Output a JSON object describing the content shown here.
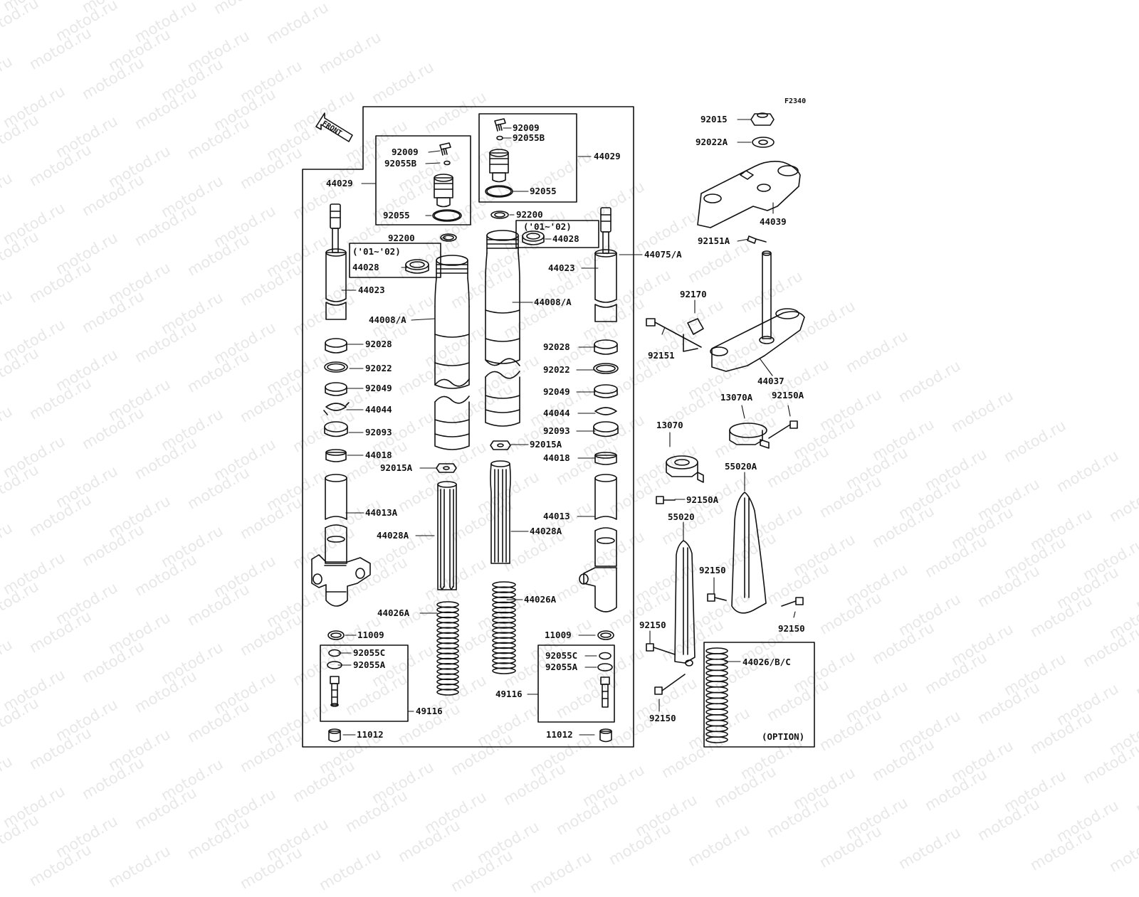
{
  "figure_code": "F2340",
  "watermark": "motod.ru",
  "front_arrow_text": "FRONT",
  "option_text": "(OPTION)",
  "year_note": "('01~'02)",
  "labels": {
    "l_44029": "44029",
    "l_92009_l": "92009",
    "l_92055B_l": "92055B",
    "l_92055_l": "92055",
    "l_92200_l": "92200",
    "l_44028_l": "44028",
    "l_44023_l": "44023",
    "l_44008A_l": "44008/A",
    "l_92028_l": "92028",
    "l_92022_l": "92022",
    "l_92049_l": "92049",
    "l_44044_l": "44044",
    "l_92093_l": "92093",
    "l_44018_l": "44018",
    "l_92015A_l": "92015A",
    "l_44013A": "44013A",
    "l_44028A_l": "44028A",
    "l_44026A_l": "44026A",
    "l_11009_l": "11009",
    "l_92055C_l": "92055C",
    "l_92055A_l": "92055A",
    "l_49116_l": "49116",
    "l_11012_l": "11012",
    "l_92009_r": "92009",
    "l_92055B_r": "92055B",
    "l_44029_r": "44029",
    "l_92055_r": "92055",
    "l_92200_r": "92200",
    "l_44028_r": "44028",
    "l_44075A": "44075/A",
    "l_44023_r": "44023",
    "l_44008A_r": "44008/A",
    "l_92028_r": "92028",
    "l_92022_r": "92022",
    "l_92049_r": "92049",
    "l_44044_r": "44044",
    "l_92093_r": "92093",
    "l_92015A_r": "92015A",
    "l_44018_r": "44018",
    "l_44013": "44013",
    "l_44028A_r": "44028A",
    "l_44026A_r": "44026A",
    "l_11009_r": "11009",
    "l_92055C_r": "92055C",
    "l_92055A_r": "92055A",
    "l_49116_r": "49116",
    "l_11012_r": "11012",
    "l_92015": "92015",
    "l_92022A": "92022A",
    "l_44039": "44039",
    "l_92151A": "92151A",
    "l_92170": "92170",
    "l_92151": "92151",
    "l_44037": "44037",
    "l_13070A": "13070A",
    "l_92150A_1": "92150A",
    "l_13070": "13070",
    "l_55020A": "55020A",
    "l_92150A_2": "92150A",
    "l_55020": "55020",
    "l_92150_1": "92150",
    "l_92150_2": "92150",
    "l_92150_3": "92150",
    "l_92150_4": "92150",
    "l_44026BC": "44026/B/C"
  }
}
